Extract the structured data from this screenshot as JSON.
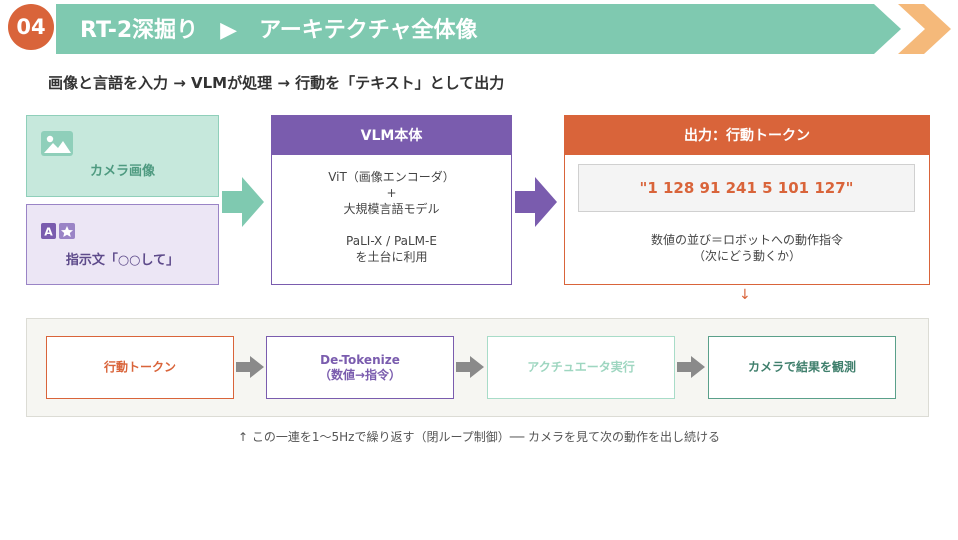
{
  "header": {
    "badge": "04",
    "title": "RT-2深掘り　▶　アーキテクチャ全体像"
  },
  "subtitle": "画像と言語を入力 → VLMが処理 → 行動を「テキスト」として出力",
  "inputs": {
    "camera_label": "カメラ画像",
    "instruction_label": "指示文「○○して」"
  },
  "vlm": {
    "title": "VLM本体",
    "line1": "ViT（画像エンコーダ）",
    "plus": "+",
    "line2": "大規模言語モデル",
    "line3": "PaLI-X / PaLM-E",
    "line4": "を土台に利用"
  },
  "output": {
    "title": "出力：行動トークン",
    "tokens": "\"1 128 91 241 5 101 127\"",
    "desc1": "数値の並び＝ロボットへの動作指令",
    "desc2": "（次にどう動くか）",
    "down_arrow": "↓"
  },
  "loop": {
    "steps": [
      {
        "line1": "行動トークン",
        "line2": ""
      },
      {
        "line1": "De-Tokenize",
        "line2": "（数値→指令）"
      },
      {
        "line1": "アクチュエータ実行",
        "line2": ""
      },
      {
        "line1": "カメラで結果を観測",
        "line2": ""
      }
    ]
  },
  "footnote": "↑ この一連を1～5Hzで繰り返す（閉ループ制御）── カメラを見て次の動作を出し続ける",
  "colors": {
    "green": "#7fc9b0",
    "orange": "#d9643a",
    "purple": "#7a5cae",
    "gray_arrow": "#8a8a8a",
    "peach": "#f5b97a"
  }
}
